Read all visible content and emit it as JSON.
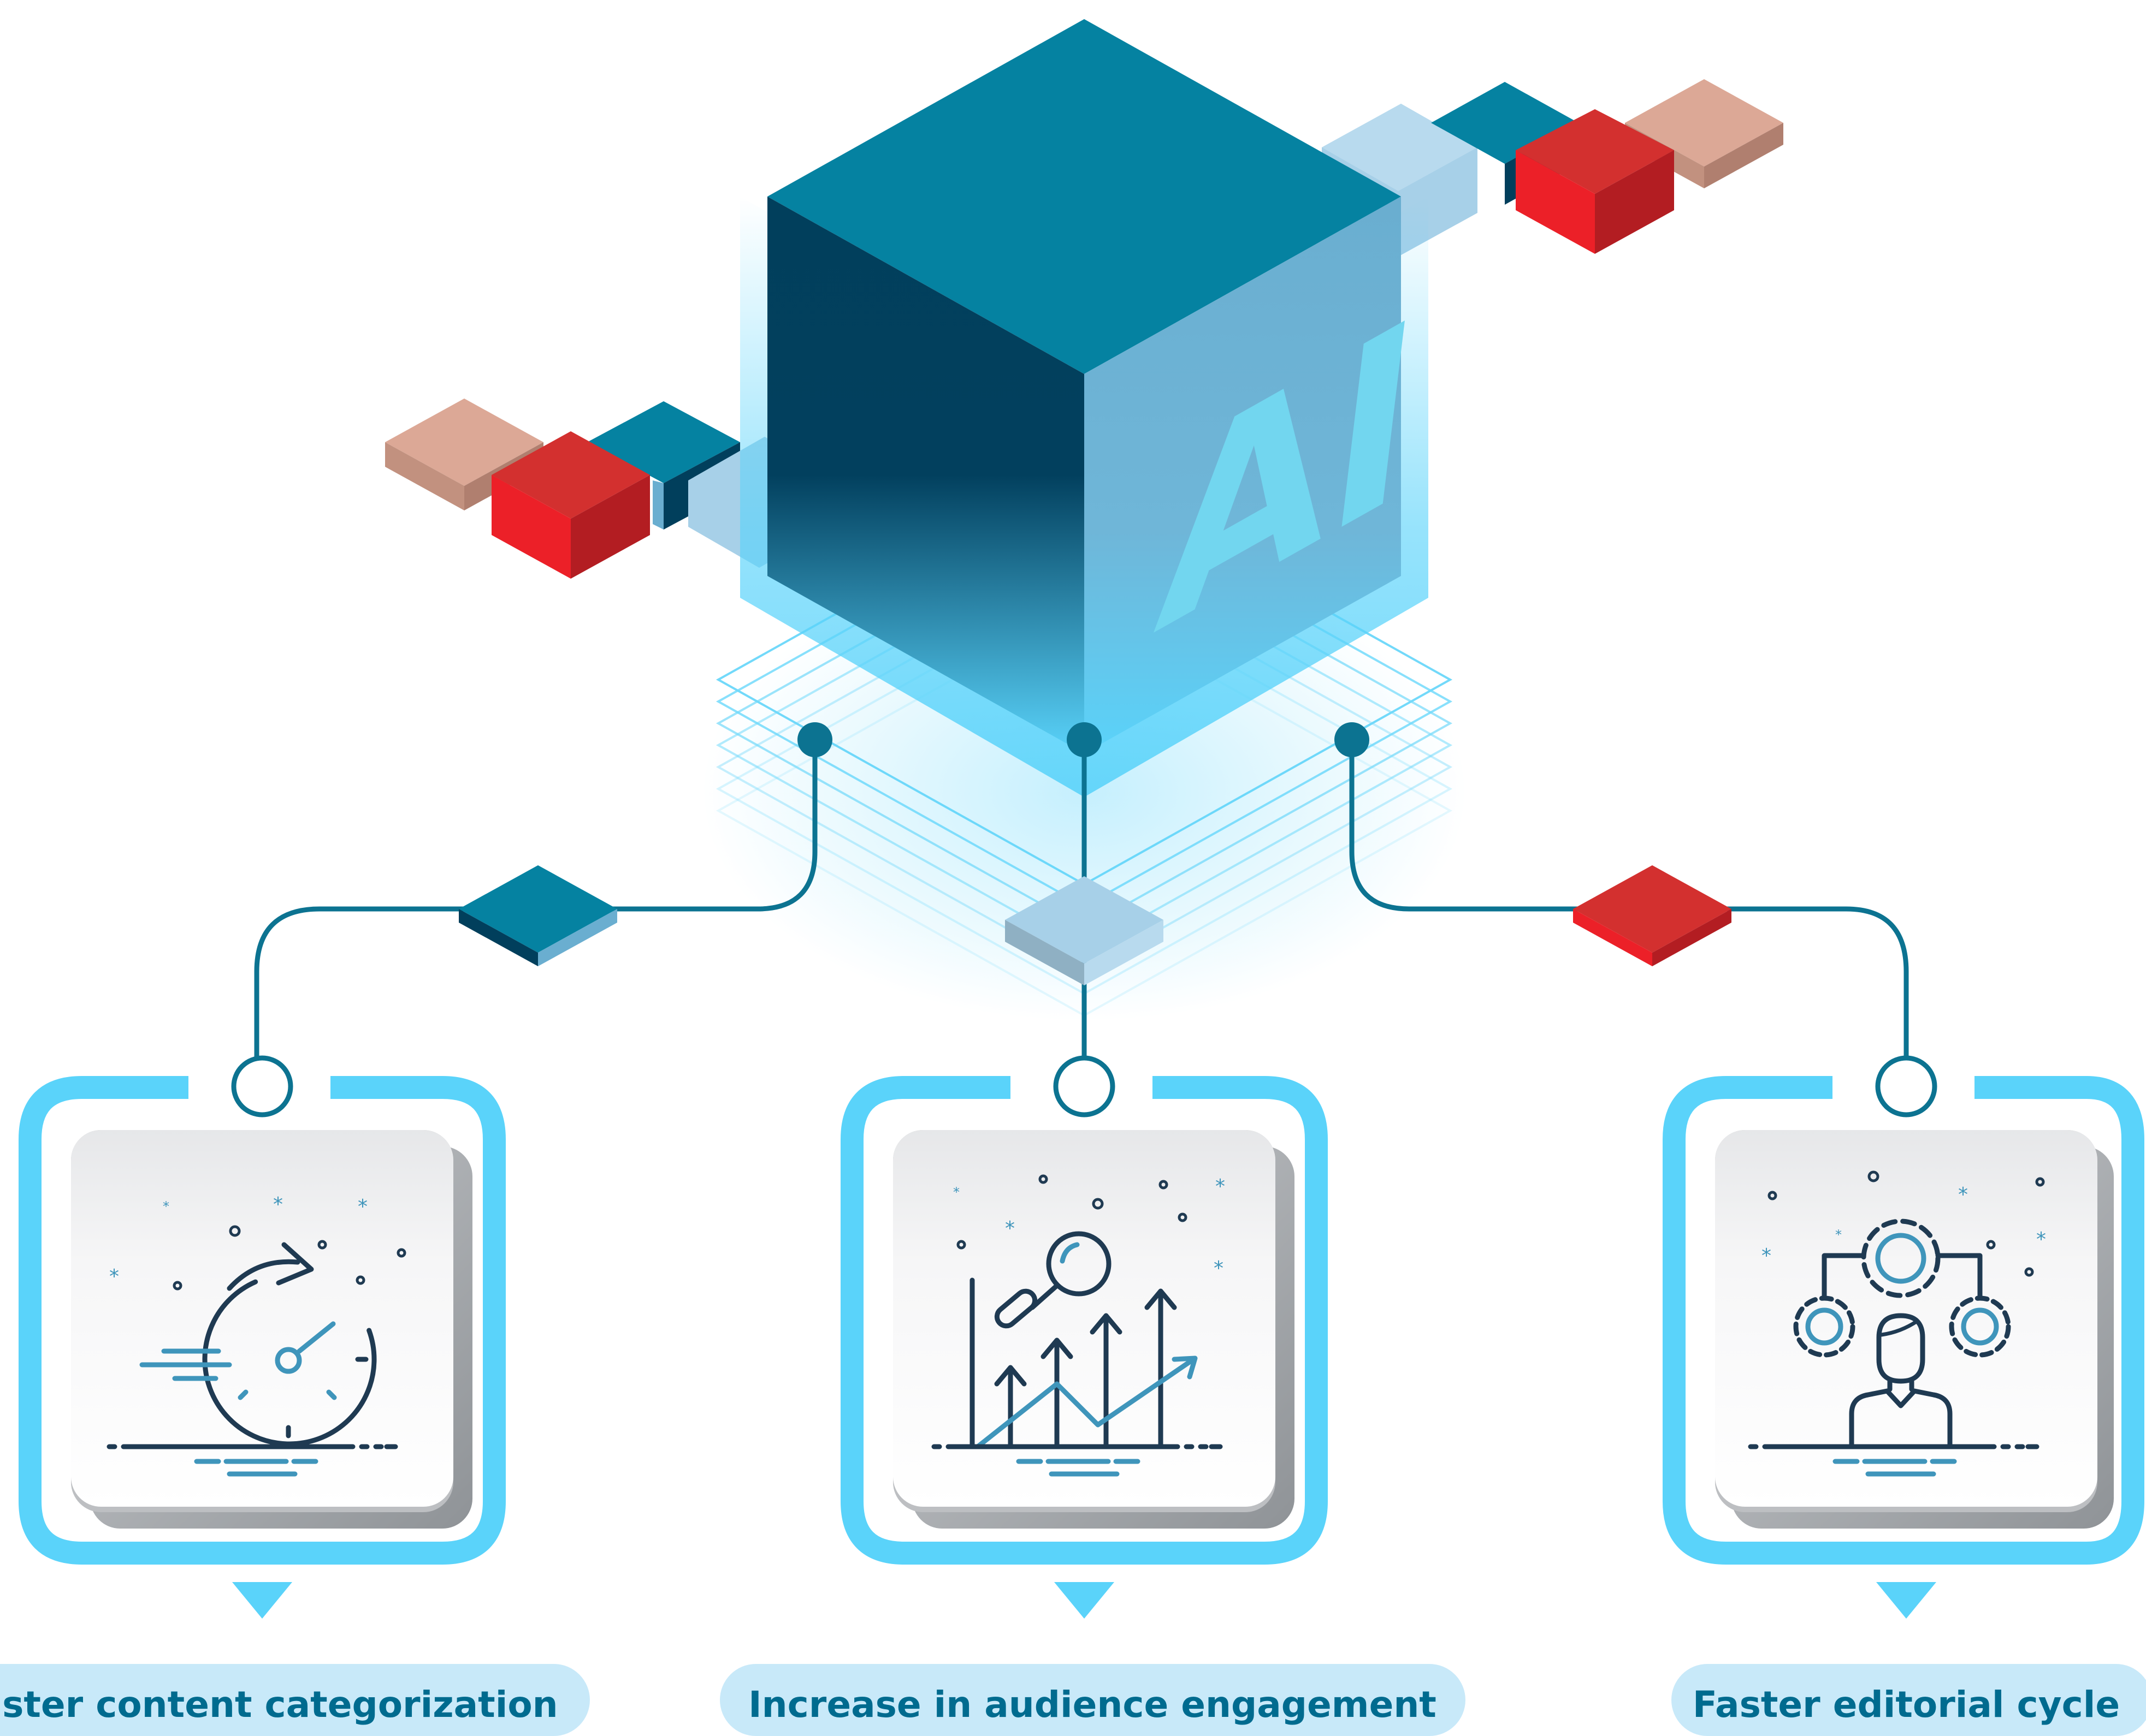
{
  "diagram": {
    "hub": {
      "label": "AI"
    },
    "outcomes": [
      {
        "label": "Faster content categorization",
        "icon": "speed-timer-icon"
      },
      {
        "label": "Increase in audience engagement",
        "icon": "growth-analytics-icon"
      },
      {
        "label": "Faster editorial cycle",
        "icon": "workflow-person-gears-icon"
      }
    ]
  },
  "colors": {
    "teal_top": "#0582a1",
    "teal_dark": "#013f5c",
    "teal_mid": "#01607f",
    "blue_face": "#6aaed0",
    "light_blue": "#a7d0e8",
    "cyan_border": "#5ad3fa",
    "line_teal": "#0c7391",
    "red": "#ec2028",
    "red_top": "#d3302f",
    "salmon": "#dca896",
    "pill_bg": "#c8e9f9",
    "pill_text": "#006b8f",
    "icon_dark": "#1f3a52",
    "icon_accent": "#3f95bb"
  }
}
